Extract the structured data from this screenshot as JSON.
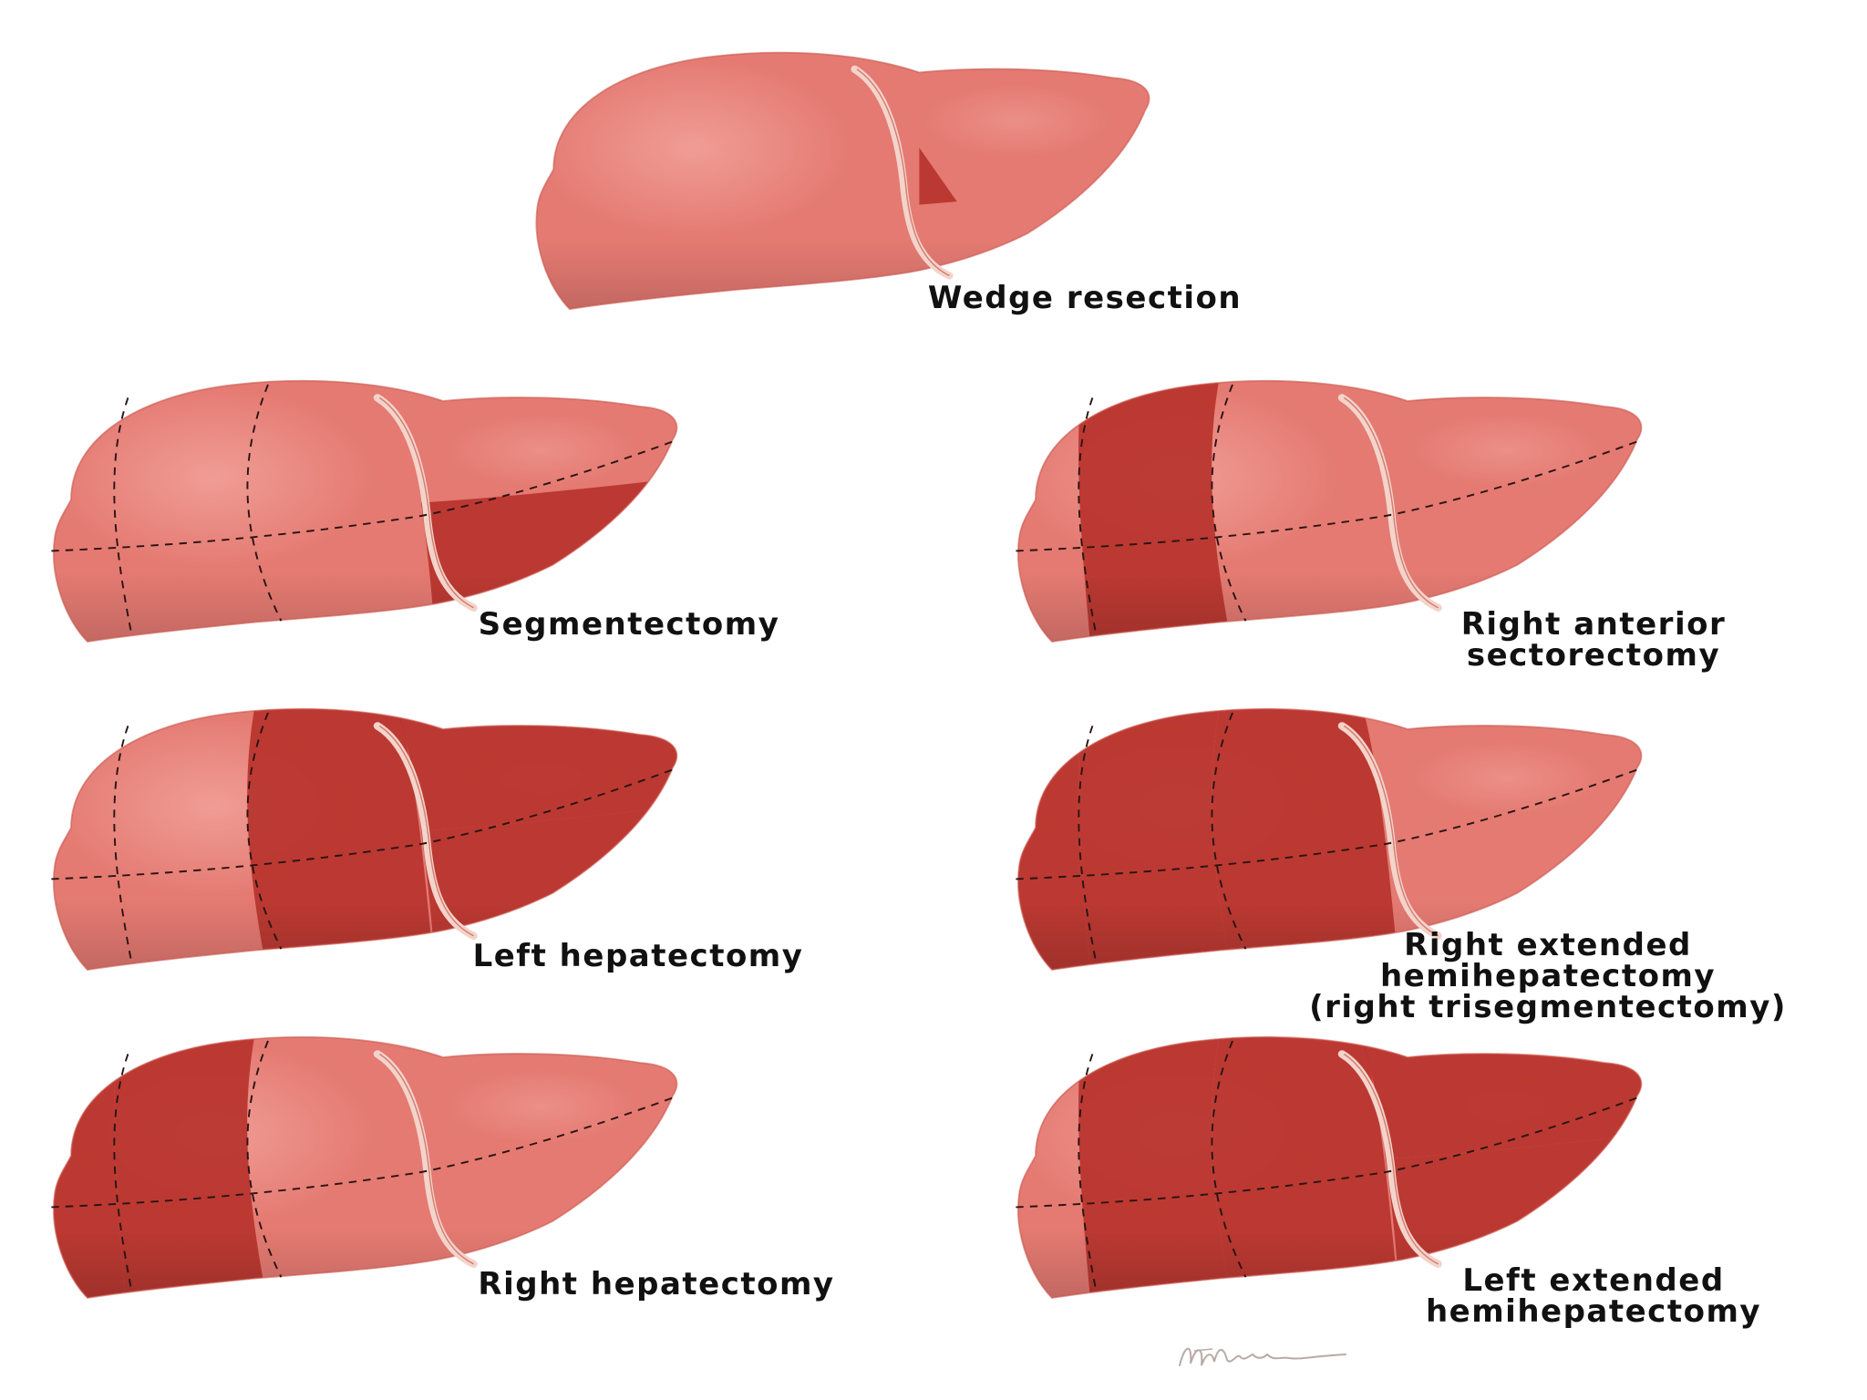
{
  "colors": {
    "tissue_light": "#e47a72",
    "tissue_highlight": "#f2a39b",
    "tissue_shadow": "#c9564f",
    "resected": "#b8342d",
    "resected_dark": "#9c2722",
    "ligament": "#f3d4ca",
    "dash": "#2a1412"
  },
  "procedures": [
    {
      "id": "wedge",
      "label_lines": [
        "Wedge resection"
      ],
      "resected": [
        "wedge"
      ]
    },
    {
      "id": "segmentectomy",
      "label_lines": [
        "Segmentectomy"
      ],
      "resected": [
        "left_lower"
      ]
    },
    {
      "id": "right-anterior",
      "label_lines": [
        "Right anterior",
        "sectorectomy"
      ],
      "resected": [
        "right_anterior"
      ]
    },
    {
      "id": "left-hepatectomy",
      "label_lines": [
        "Left hepatectomy"
      ],
      "resected": [
        "middle",
        "left_upper",
        "left_lower"
      ]
    },
    {
      "id": "right-extended",
      "label_lines": [
        "Right extended",
        "hemihepatectomy",
        "(right trisegmentectomy)"
      ],
      "resected": [
        "right_posterior",
        "right_anterior",
        "middle"
      ]
    },
    {
      "id": "right-hepatectomy",
      "label_lines": [
        "Right hepatectomy"
      ],
      "resected": [
        "right_posterior",
        "right_anterior"
      ]
    },
    {
      "id": "left-extended",
      "label_lines": [
        "Left extended",
        "hemihepatectomy"
      ],
      "resected": [
        "right_anterior",
        "middle",
        "left_upper",
        "left_lower"
      ]
    }
  ]
}
